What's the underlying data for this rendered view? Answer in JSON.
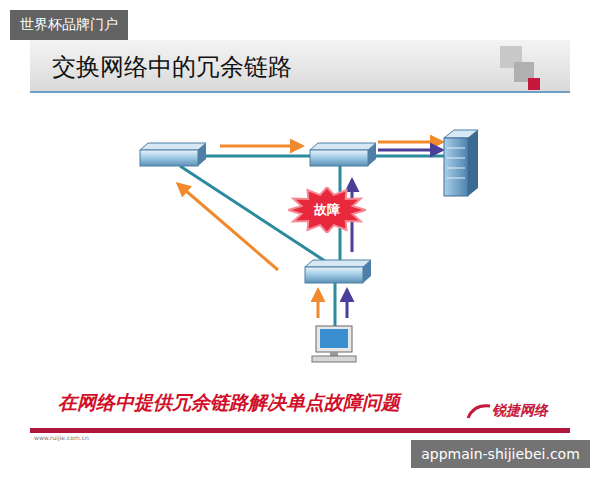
{
  "diagram": {
    "title": "交换网络中的冗余链路",
    "caption": "在网络中提供冗余链路解决单点故障问题",
    "nodes": [
      {
        "text": [
          "世界杯品牌门户"
        ]
      },
      {
        "text": [
          "故障"
        ]
      },
      {
        "text": [
          "appmain-shijiebei.com"
        ]
      }
    ],
    "labels": [
      "锐捷网络",
      "www.ruijie.com.cn"
    ]
  }
}
